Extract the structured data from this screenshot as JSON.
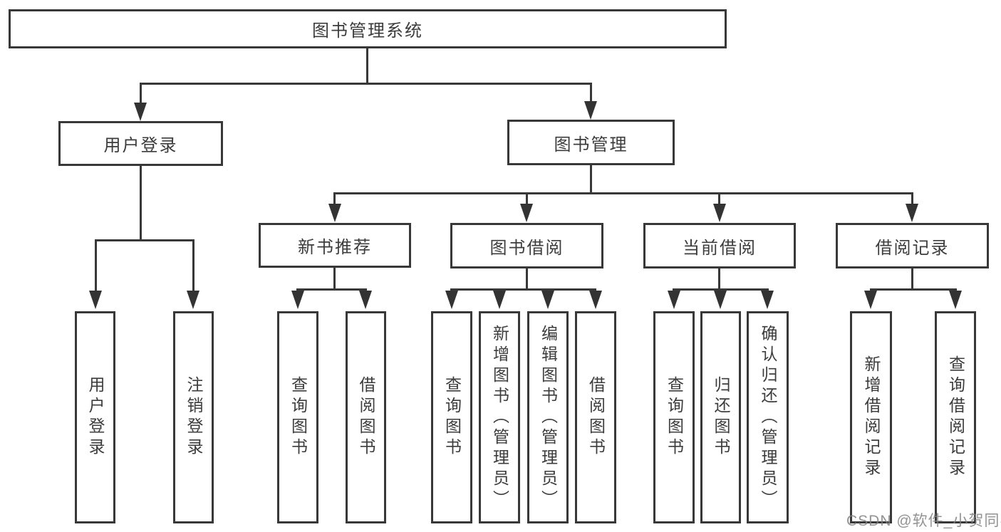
{
  "diagram": {
    "root": {
      "label": "图书管理系统"
    },
    "level2": [
      {
        "label": "用户登录",
        "children": [
          {
            "label": "用户登录"
          },
          {
            "label": "注销登录"
          }
        ]
      },
      {
        "label": "图书管理",
        "children": [
          {
            "label": "新书推荐",
            "children": [
              {
                "label": "查询图书"
              },
              {
                "label": "借阅图书"
              }
            ]
          },
          {
            "label": "图书借阅",
            "children": [
              {
                "label": "查询图书"
              },
              {
                "label": "新增图书（管理员）"
              },
              {
                "label": "编辑图书（管理员）"
              },
              {
                "label": "借阅图书"
              }
            ]
          },
          {
            "label": "当前借阅",
            "children": [
              {
                "label": "查询图书"
              },
              {
                "label": "归还图书"
              },
              {
                "label": "确认归还（管理员）"
              }
            ]
          },
          {
            "label": "借阅记录",
            "children": [
              {
                "label": "新增借阅记录"
              },
              {
                "label": "查询借阅记录"
              }
            ]
          }
        ]
      }
    ]
  },
  "watermark": {
    "text": "CSDN @软件_小贺同学"
  },
  "colors": {
    "line": "#383838",
    "text": "#3c3c3c",
    "background": "#ffffff",
    "watermark": "#808080"
  }
}
